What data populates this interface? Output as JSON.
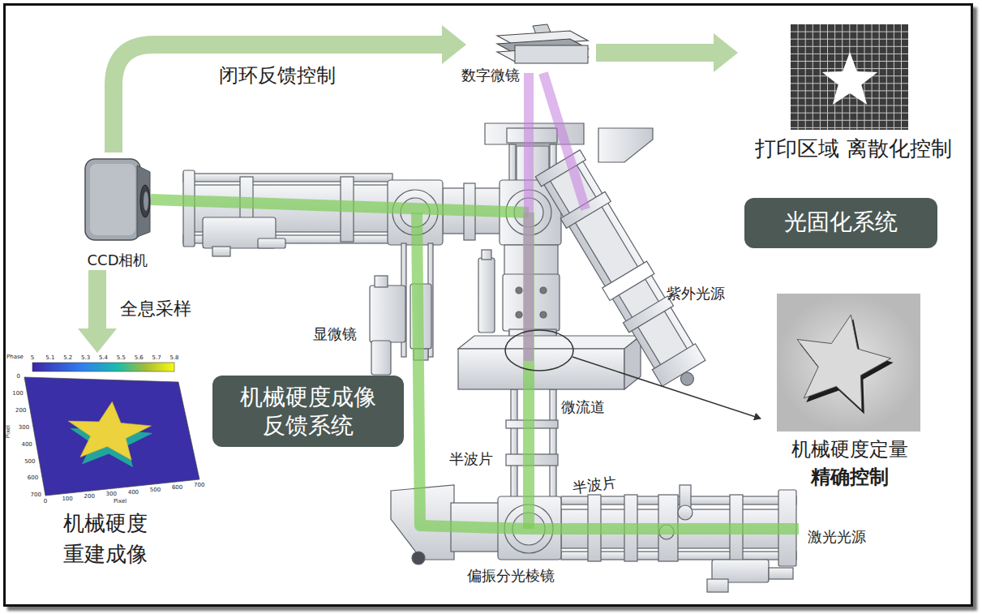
{
  "diagram": {
    "nodes": [
      {
        "text": [
          "CCD相机"
        ]
      },
      {
        "text": [
          "数字微镜"
        ]
      },
      {
        "text": [
          "打印区域 离散化控制"
        ]
      },
      {
        "text": [
          "机械硬度 重建成像"
        ]
      },
      {
        "text": [
          "光固化系统"
        ]
      },
      {
        "text": [
          "机械硬度成像 反馈系统"
        ]
      },
      {
        "text": [
          "机械硬度定量",
          "精确控制"
        ]
      }
    ],
    "edges": [
      {
        "from": 0,
        "to": 1,
        "label": "闭环反馈控制",
        "arrow": "to"
      },
      {
        "from": 1,
        "to": 2,
        "arrow": "to"
      },
      {
        "from": 0,
        "to": 3,
        "label": "全息采样",
        "arrow": "to"
      }
    ],
    "labels": [
      "紫外光源",
      "显微镜",
      "微流道",
      "半波片",
      "半波片",
      "偏振分光棱镜",
      "激光光源",
      "Phase",
      "5",
      "5.1",
      "5.2",
      "5.3",
      "5.4",
      "5.5",
      "5.6",
      "5.7",
      "5.8",
      "0",
      "100",
      "200",
      "300",
      "400",
      "500",
      "600",
      "700",
      "0",
      "100",
      "200",
      "300",
      "400",
      "500",
      "600",
      "700",
      "Pixel",
      "Pixel"
    ]
  }
}
